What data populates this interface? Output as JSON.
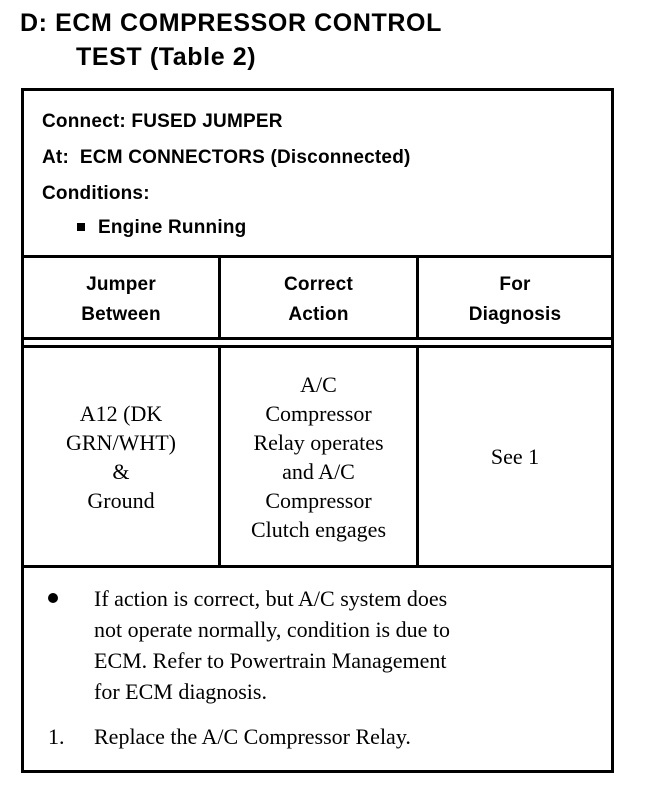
{
  "title": {
    "line1": "D: ECM COMPRESSOR CONTROL",
    "line2": "TEST (Table 2)"
  },
  "conditions": {
    "connect_line": "Connect: FUSED JUMPER",
    "at_line": "At:  ECM CONNECTORS (Disconnected)",
    "conditions_label": "Conditions:",
    "bullet_items": [
      "Engine Running"
    ]
  },
  "table": {
    "columns": [
      {
        "line1": "Jumper",
        "line2": "Between"
      },
      {
        "line1": "Correct",
        "line2": "Action"
      },
      {
        "line1": "For",
        "line2": "Diagnosis"
      }
    ],
    "rows": [
      {
        "jumper_between": "A12 (DK\nGRN/WHT)\n&\nGround",
        "correct_action": "A/C\nCompressor\nRelay operates\nand A/C\nCompressor\nClutch engages",
        "for_diagnosis": "See 1"
      }
    ]
  },
  "footnotes": [
    {
      "marker": "●",
      "text": "If action is correct, but A/C system does\nnot operate normally, condition is due to\nECM. Refer to Powertrain Management\nfor  ECM diagnosis."
    },
    {
      "marker": "1.",
      "text": "Replace the A/C Compressor Relay."
    }
  ]
}
